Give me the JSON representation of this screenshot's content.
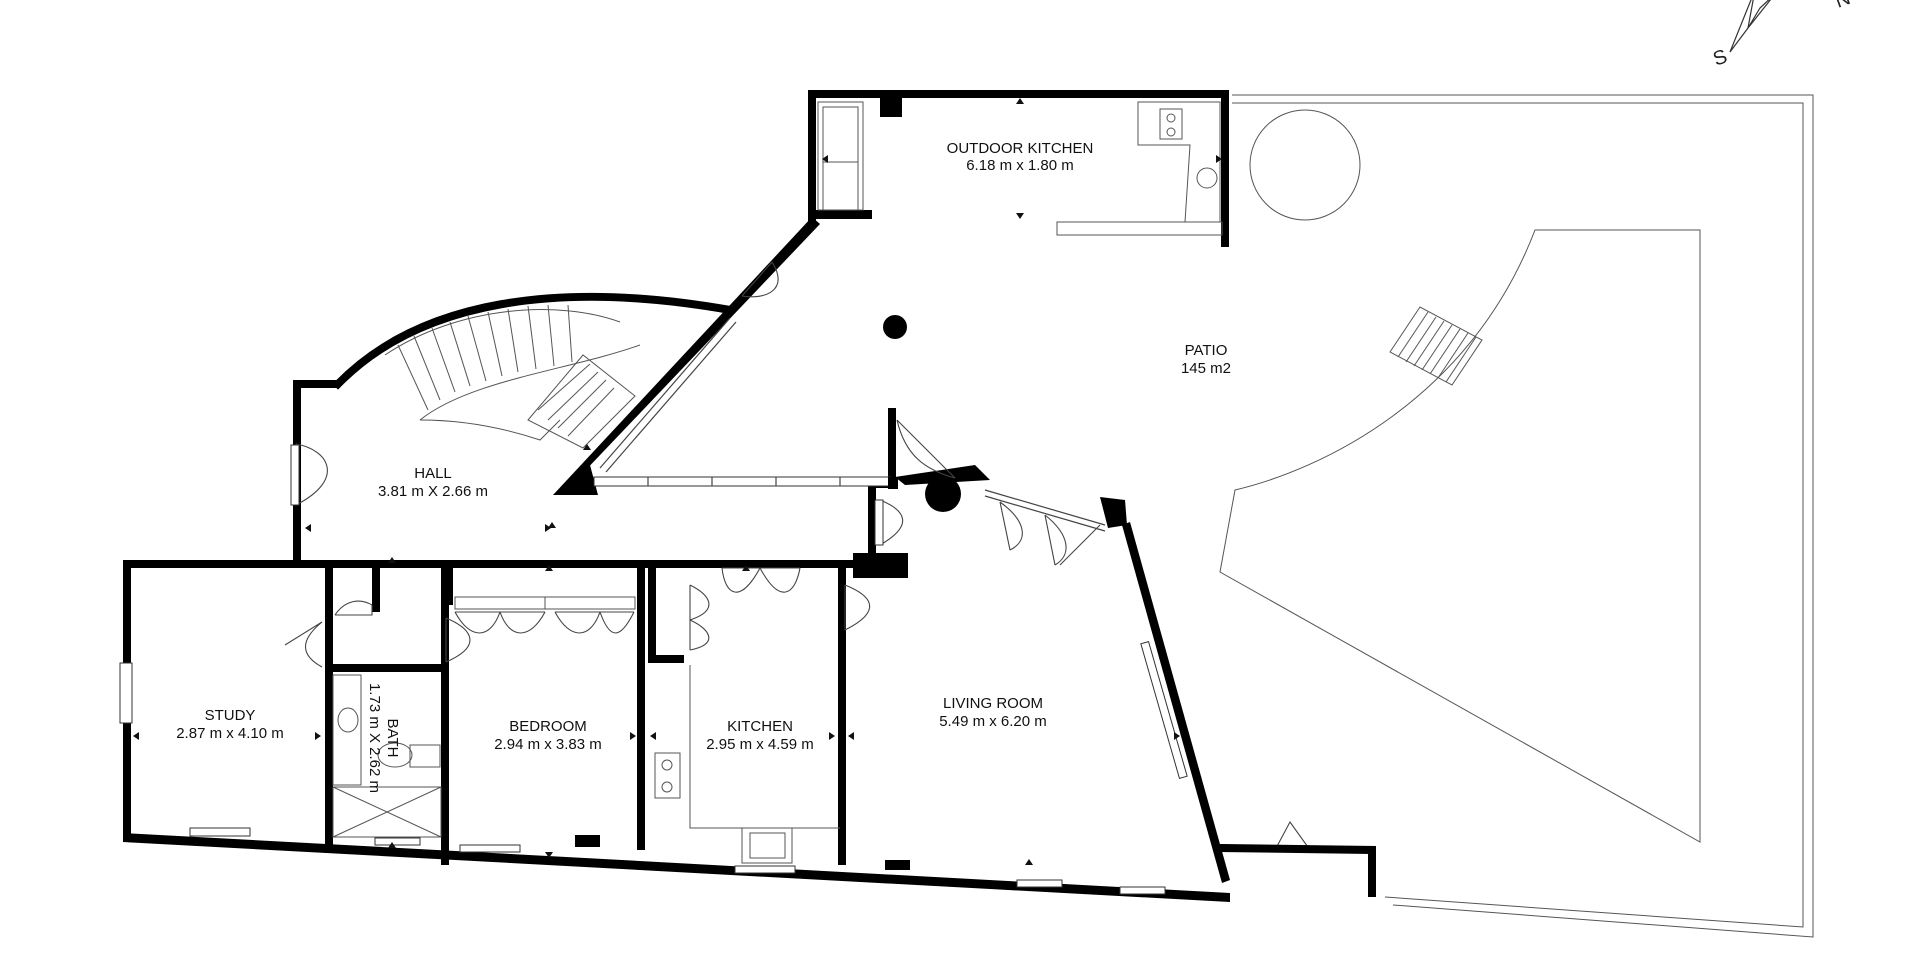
{
  "compass": {
    "south_letter": "S",
    "north_letter": "N"
  },
  "rooms": {
    "outdoor_kitchen": {
      "name": "OUTDOOR KITCHEN",
      "size": "6.18 m x 1.80 m"
    },
    "patio": {
      "name": "PATIO",
      "size": "145 m2"
    },
    "hall": {
      "name": "HALL",
      "size": "3.81 m X 2.66 m"
    },
    "study": {
      "name": "STUDY",
      "size": "2.87 m x 4.10 m"
    },
    "bath": {
      "name": "BATH",
      "size": "1.73 m X 2.62 m"
    },
    "bedroom": {
      "name": "BEDROOM",
      "size": "2.94 m x 3.83 m"
    },
    "kitchen": {
      "name": "KITCHEN",
      "size": "2.95 m x 4.59 m"
    },
    "living_room": {
      "name": "LIVING ROOM",
      "size": "5.49 m x 6.20 m"
    }
  }
}
